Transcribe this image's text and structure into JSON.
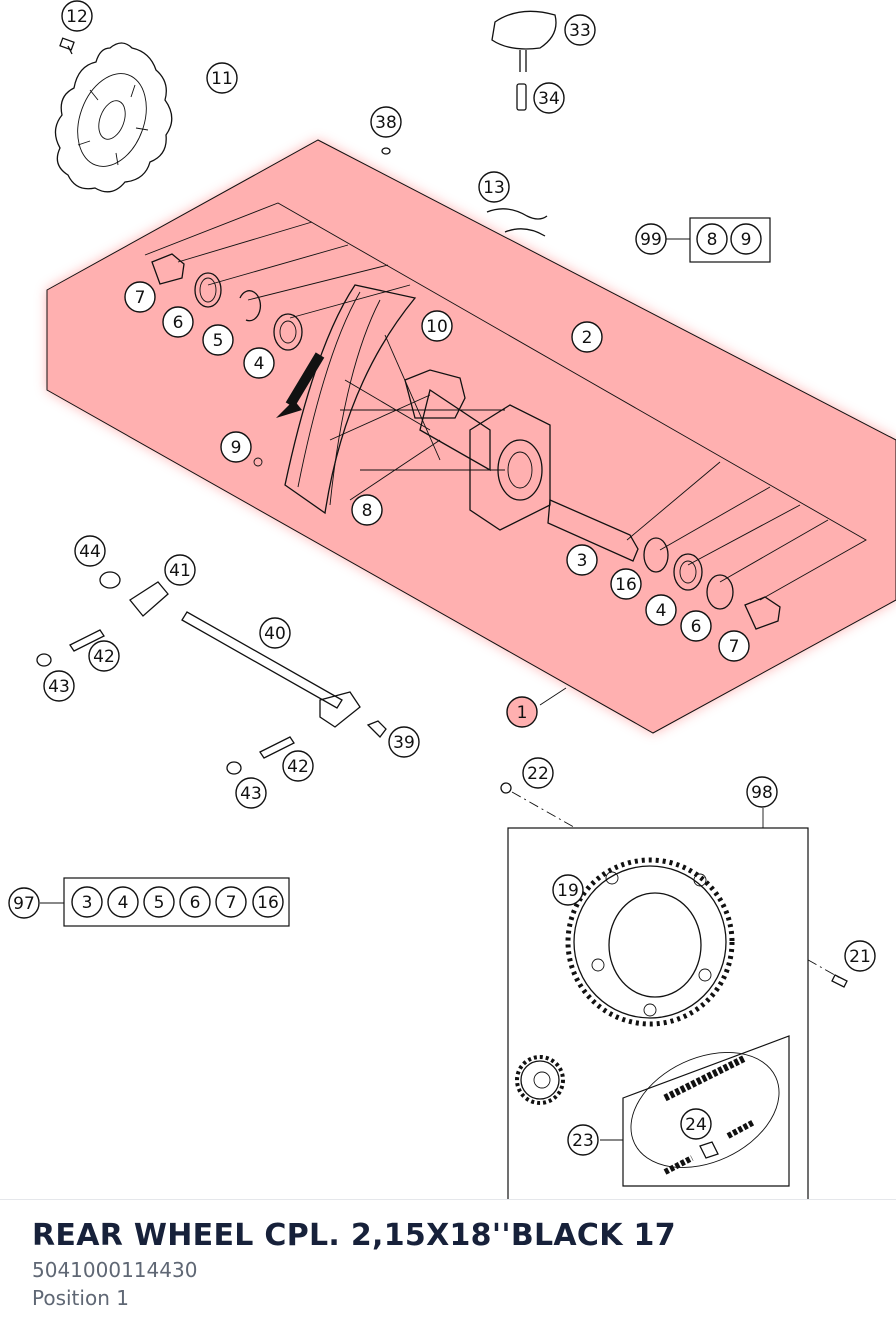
{
  "diagram": {
    "callouts": [
      "12",
      "11",
      "33",
      "34",
      "38",
      "13",
      "99",
      "8",
      "9",
      "7",
      "6",
      "5",
      "4",
      "10",
      "2",
      "9",
      "8",
      "3",
      "16",
      "4",
      "6",
      "7",
      "44",
      "41",
      "40",
      "42",
      "43",
      "1",
      "39",
      "42",
      "43",
      "22",
      "98",
      "19",
      "97",
      "3",
      "4",
      "5",
      "6",
      "7",
      "16",
      "21",
      "23",
      "24"
    ],
    "highlight_color": "#ff8f8f"
  },
  "part": {
    "title": "REAR WHEEL CPL. 2,15X18''BLACK 17",
    "number": "5041000114430",
    "position": "Position 1"
  }
}
